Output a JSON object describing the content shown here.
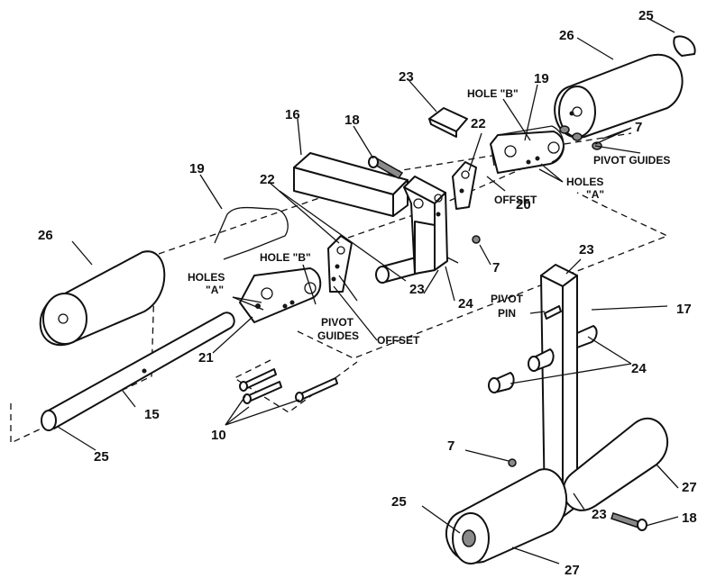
{
  "parts": {
    "p7": "7",
    "p10": "10",
    "p15": "15",
    "p16": "16",
    "p17": "17",
    "p18": "18",
    "p19": "19",
    "p20": "20",
    "p21": "21",
    "p22": "22",
    "p23": "23",
    "p24": "24",
    "p25": "25",
    "p26": "26",
    "p27": "27"
  },
  "notes": {
    "pivot_guides": "PIVOT GUIDES",
    "pivot": "PIVOT",
    "guides": "GUIDES",
    "holes": "HOLES",
    "hole_a": "\"A\"",
    "hole_b": "HOLE \"B\"",
    "offset": "OFFSET",
    "pin": "PIN"
  }
}
